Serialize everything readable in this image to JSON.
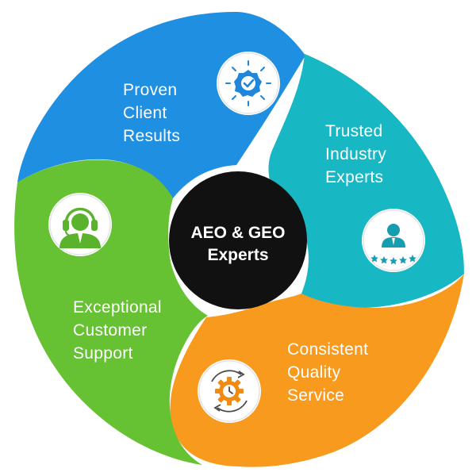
{
  "hub": {
    "lines": [
      "AEO & GEO",
      "Experts"
    ],
    "color": "#111111"
  },
  "segments": [
    {
      "id": "proven",
      "lines": [
        "Proven",
        "Client",
        "Results"
      ],
      "color": "#1f8fe2",
      "icon": "verified-badge-icon",
      "icon_color": "#1f86d9"
    },
    {
      "id": "trusted",
      "lines": [
        "Trusted",
        "Industry",
        "Experts"
      ],
      "color": "#18b7c4",
      "icon": "expert-rating-icon",
      "icon_color": "#169db0"
    },
    {
      "id": "consistent",
      "lines": [
        "Consistent",
        "Quality",
        "Service"
      ],
      "color": "#f79a1e",
      "icon": "gear-clock-icon",
      "icon_color": "#ef8a12"
    },
    {
      "id": "support",
      "lines": [
        "Exceptional",
        "Customer",
        "Support"
      ],
      "color": "#66c133",
      "icon": "headset-agent-icon",
      "icon_color": "#5bb22c"
    }
  ]
}
